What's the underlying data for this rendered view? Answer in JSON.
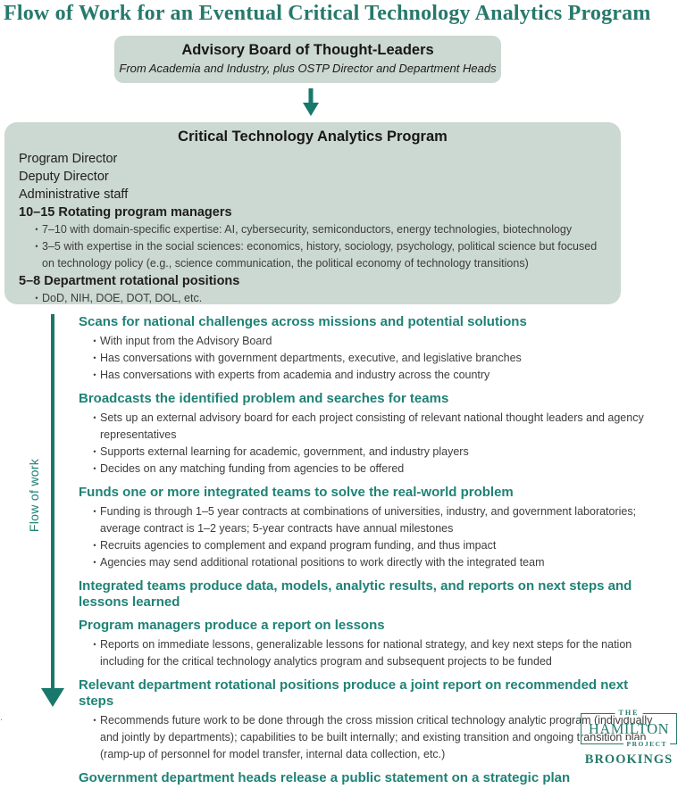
{
  "page": {
    "title": "Flow of Work for an Eventual Critical Technology Analytics Program"
  },
  "advisory_board": {
    "title": "Advisory Board of Thought-Leaders",
    "subtitle": "From Academia and Industry, plus OSTP Director and Department Heads"
  },
  "program_box": {
    "title": "Critical Technology Analytics Program",
    "staff_lines": [
      "Program Director",
      "Deputy Director",
      "Administrative staff"
    ],
    "groups": [
      {
        "heading": "10–15 Rotating program managers",
        "bullets": [
          "7–10 with domain-specific expertise: AI, cybersecurity, semiconductors, energy technologies, biotechnology",
          "3–5 with expertise in the social sciences: economics, history, sociology, psychology, political science but focused on technology policy (e.g., science communication, the political economy of technology transitions)"
        ]
      },
      {
        "heading": "5–8 Department rotational positions",
        "bullets": [
          "DoD, NIH, DOE, DOT, DOL, etc."
        ]
      }
    ]
  },
  "flow": {
    "label": "Flow of work",
    "steps": [
      {
        "title": "Scans for national challenges across missions and potential solutions",
        "bullets": [
          "With input from the Advisory Board",
          "Has conversations with government departments, executive, and legislative branches",
          "Has conversations with experts from academia and industry across the country"
        ]
      },
      {
        "title": "Broadcasts the identified problem and searches for teams",
        "bullets": [
          "Sets up an external advisory board for each project consisting of relevant national thought leaders and agency representatives",
          "Supports external learning for academic, government, and industry players",
          "Decides on any matching funding from agencies to be offered"
        ]
      },
      {
        "title": "Funds one or more integrated teams to solve the real-world problem",
        "bullets": [
          "Funding is through 1–5 year contracts at combinations of universities, industry, and government laboratories; average contract is 1–2 years; 5-year contracts have annual milestones",
          "Recruits agencies to complement and expand program funding, and thus impact",
          "Agencies may send additional rotational positions to work directly with the integrated team"
        ]
      },
      {
        "title": "Integrated teams produce data, models, analytic results, and reports on next steps and lessons learned",
        "bullets": []
      },
      {
        "title": "Program managers produce a report on lessons",
        "bullets": [
          "Reports on immediate lessons, generalizable lessons for national strategy, and key next steps for the nation including for the critical technology analytics program and subsequent projects to be funded"
        ]
      },
      {
        "title": "Relevant department rotational positions produce a joint report on recommended next steps",
        "bullets": [
          "Recommends future work to be done through the cross mission critical technology analytic program (individually and jointly by departments); capabilities to be built internally; and existing transition and ongoing transition plan (ramp-up of personnel for model transfer, internal data collection, etc.)"
        ]
      },
      {
        "title": "Government department heads release a public statement on a strategic plan",
        "bullets": []
      }
    ]
  },
  "footer": {
    "stray_mark": ".",
    "logo": {
      "the": "THE",
      "hamilton": "HAMILTON",
      "project": "PROJECT",
      "brookings": "BROOKINGS"
    }
  },
  "colors": {
    "accent_teal": "#1f8276",
    "arrow_teal": "#17786b",
    "title_teal": "#27796c",
    "box_background": "#ccd8d2",
    "body_text": "#1f1e1c",
    "bullet_text": "#3d3d3c"
  }
}
